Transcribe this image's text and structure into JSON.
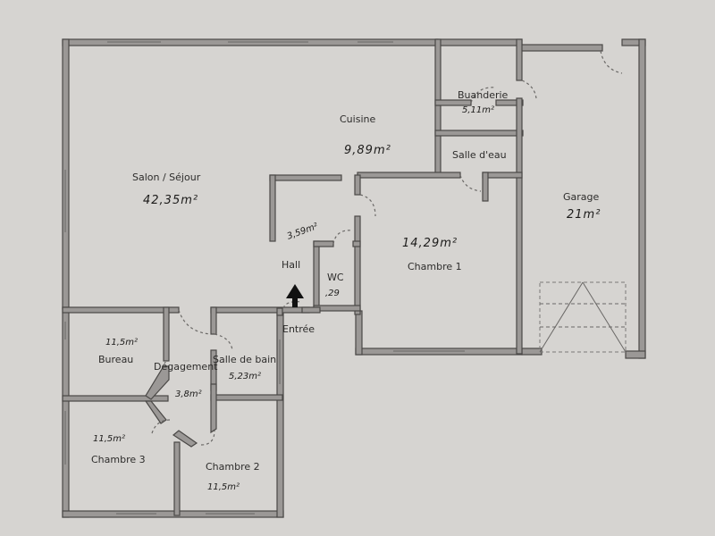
{
  "rooms": {
    "salon": {
      "name": "Salon / Séjour",
      "area": "42,35m²"
    },
    "cuisine": {
      "name": "Cuisine",
      "area": "9,89m²"
    },
    "buanderie": {
      "name": "Buanderie",
      "area": "5,11m²"
    },
    "salle_eau": {
      "name": "Salle d'eau"
    },
    "garage": {
      "name": "Garage",
      "area": "21m²"
    },
    "hall": {
      "name": "Hall",
      "area": "3,59m²"
    },
    "wc": {
      "name": "WC",
      "area": ",29"
    },
    "chambre1": {
      "name": "Chambre 1",
      "area": "14,29m²"
    },
    "entree": {
      "name": "Entrée"
    },
    "bureau": {
      "name": "Bureau",
      "area": "11,5m²"
    },
    "degagement": {
      "name": "Dégagement",
      "area": "3,8m²"
    },
    "salle_bain": {
      "name": "Salle de bain",
      "area": "5,23m²"
    },
    "chambre3": {
      "name": "Chambre 3",
      "area": "11,5m²"
    },
    "chambre2": {
      "name": "Chambre 2",
      "area": "11,5m²"
    }
  },
  "colors": {
    "paper": "#d6d4d1",
    "wall": "#9b9896",
    "ink": "#1c1b1a"
  },
  "icons": {
    "entrance": "arrow-up-icon"
  }
}
